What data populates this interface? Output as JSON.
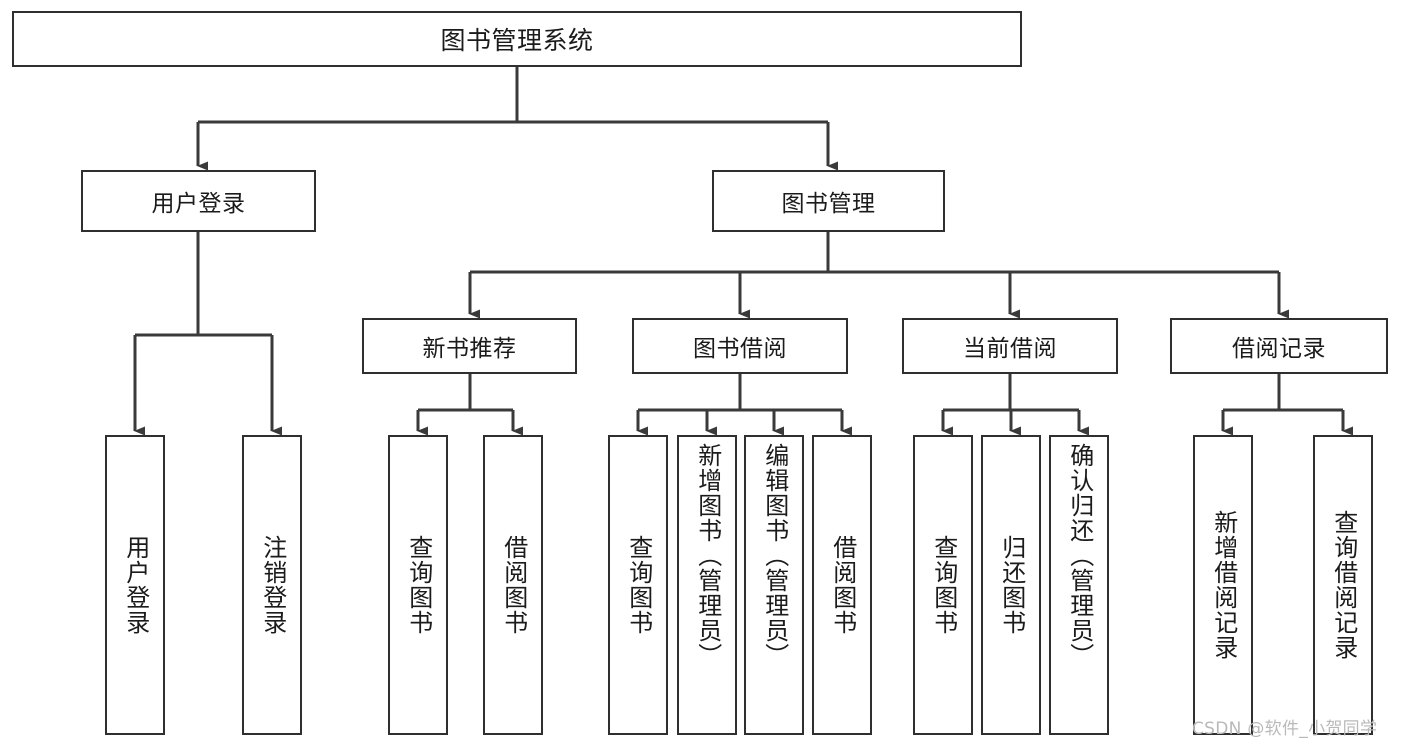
{
  "diagram": {
    "title": "图书管理系统",
    "root": {
      "id": "root",
      "label": "图书管理系统"
    },
    "level1": [
      {
        "id": "login",
        "label": "用户登录"
      },
      {
        "id": "bookmgr",
        "label": "图书管理"
      }
    ],
    "level2": [
      {
        "id": "newrec",
        "label": "新书推荐",
        "parent": "bookmgr"
      },
      {
        "id": "borrow",
        "label": "图书借阅",
        "parent": "bookmgr"
      },
      {
        "id": "current",
        "label": "当前借阅",
        "parent": "bookmgr"
      },
      {
        "id": "record",
        "label": "借阅记录",
        "parent": "bookmgr"
      }
    ],
    "leaves": {
      "login": [
        {
          "label": "用户登录"
        },
        {
          "label": "注销登录"
        }
      ],
      "newrec": [
        {
          "label": "查询图书"
        },
        {
          "label": "借阅图书"
        }
      ],
      "borrow": [
        {
          "label": "查询图书"
        },
        {
          "label": "新增图书（管理员）"
        },
        {
          "label": "编辑图书（管理员）"
        },
        {
          "label": "借阅图书"
        }
      ],
      "current": [
        {
          "label": "查询图书"
        },
        {
          "label": "归还图书"
        },
        {
          "label": "确认归还（管理员）"
        }
      ],
      "record": [
        {
          "label": "新增借阅记录"
        },
        {
          "label": "查询借阅记录"
        }
      ]
    }
  },
  "watermark": {
    "text": "CSDN @软件_小贺同学"
  },
  "colors": {
    "box_border": "#2f2f2f",
    "box_fill": "#ffffff",
    "connector": "#3a3a3a",
    "text": "#1b1b1b",
    "watermark": "#b9b9b9",
    "background": "#ffffff"
  }
}
